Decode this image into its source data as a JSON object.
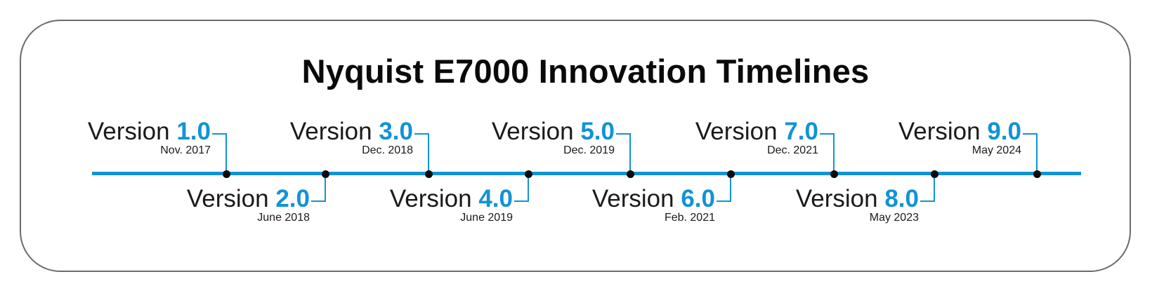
{
  "title": "Nyquist E7000 Innovation Timelines",
  "colors": {
    "accent": "#1193d6",
    "text": "#1a1a1a",
    "border": "#6b6b6b"
  },
  "milestones": [
    {
      "prefix": "Version",
      "number": "1.0",
      "date": "Nov. 2017"
    },
    {
      "prefix": "Version",
      "number": "2.0",
      "date": "June 2018"
    },
    {
      "prefix": "Version",
      "number": "3.0",
      "date": "Dec. 2018"
    },
    {
      "prefix": "Version",
      "number": "4.0",
      "date": "June 2019"
    },
    {
      "prefix": "Version",
      "number": "5.0",
      "date": "Dec. 2019"
    },
    {
      "prefix": "Version",
      "number": "6.0",
      "date": "Feb. 2021"
    },
    {
      "prefix": "Version",
      "number": "7.0",
      "date": "Dec. 2021"
    },
    {
      "prefix": "Version",
      "number": "8.0",
      "date": "May 2023"
    },
    {
      "prefix": "Version",
      "number": "9.0",
      "date": "May 2024"
    }
  ]
}
